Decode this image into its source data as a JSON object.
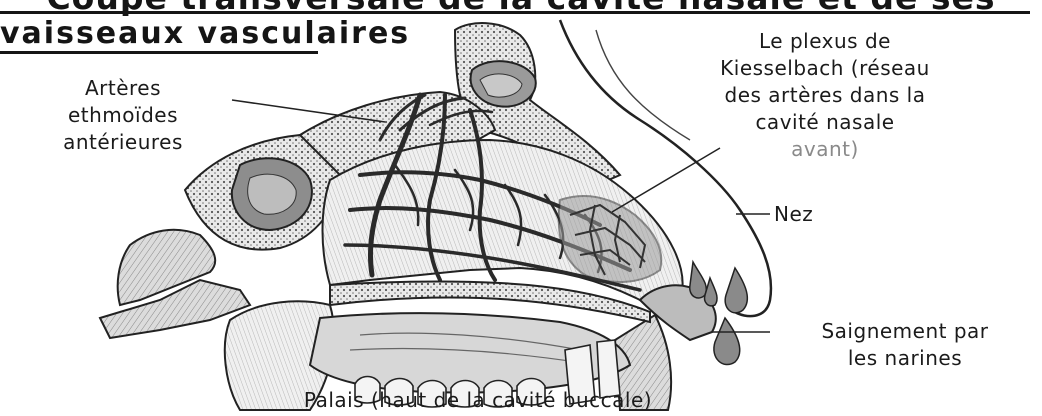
{
  "title": "Coupe transversale de la cavité nasale et de ses",
  "subtitle": "vaisseaux vasculaires",
  "labels": {
    "ethmoid": [
      "Artères",
      "ethmoïdes",
      "antérieures"
    ],
    "kiesselbach": [
      "Le plexus de",
      "Kiesselbach (réseau",
      "des artères dans la",
      "cavité nasale",
      "avant)"
    ],
    "nose": "Nez",
    "bleeding": [
      "Saignement par",
      "les narines"
    ],
    "palate": "Palais (haut de la cavité buccale)"
  }
}
